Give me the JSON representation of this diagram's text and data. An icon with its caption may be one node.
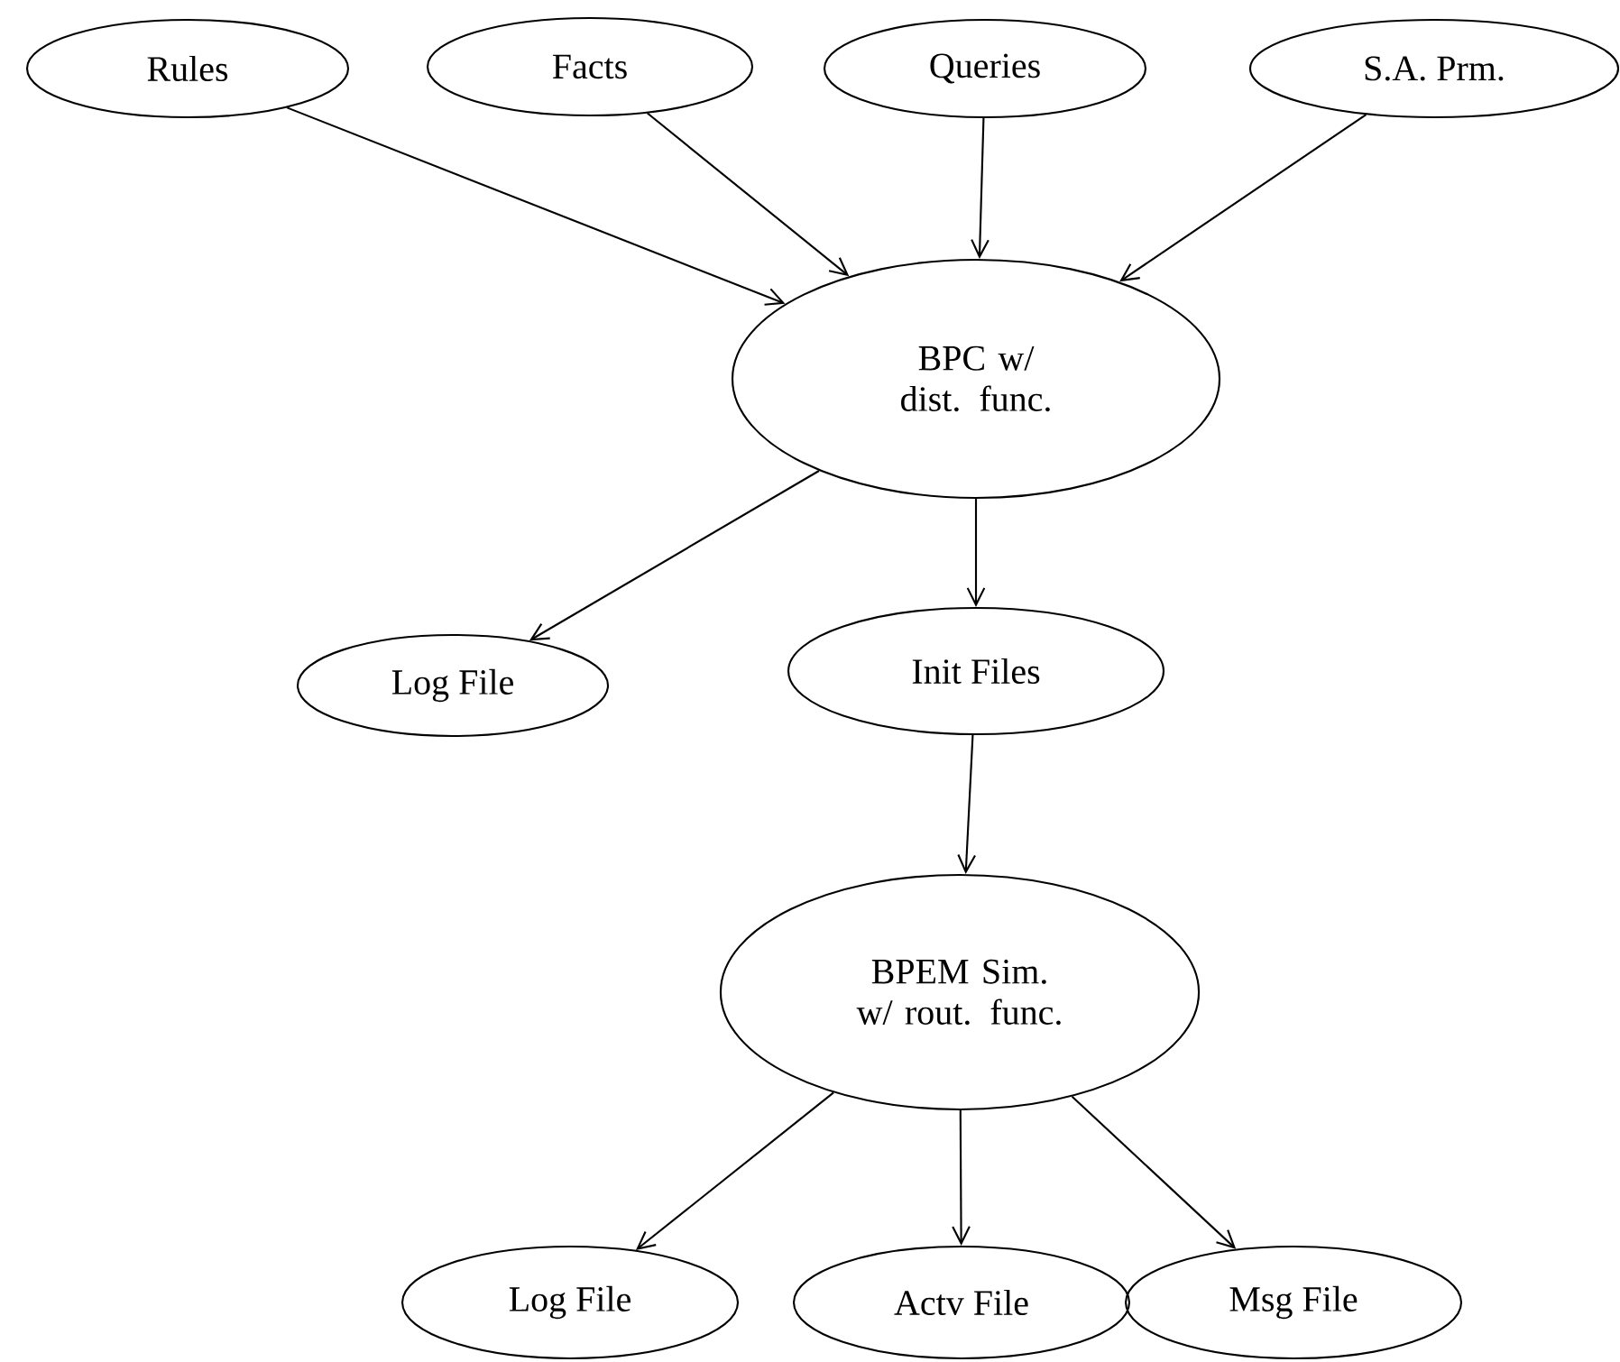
{
  "diagram": {
    "nodes": [
      {
        "text": [
          "Rules"
        ]
      },
      {
        "text": [
          "Facts"
        ]
      },
      {
        "text": [
          "Queries"
        ]
      },
      {
        "text": [
          "S.A. Prm."
        ]
      },
      {
        "text": [
          "BPC w/ dist. func."
        ]
      },
      {
        "text": [
          "Log File"
        ]
      },
      {
        "text": [
          "Init Files"
        ]
      },
      {
        "text": [
          "BPEM Sim. w/ rout. func."
        ]
      },
      {
        "text": [
          "Log File"
        ]
      },
      {
        "text": [
          "Actv File"
        ]
      },
      {
        "text": [
          "Msg File"
        ]
      }
    ],
    "edges": [
      {
        "from": 0,
        "to": 4,
        "arrow": "to"
      },
      {
        "from": 1,
        "to": 4,
        "arrow": "to"
      },
      {
        "from": 2,
        "to": 4,
        "arrow": "to"
      },
      {
        "from": 3,
        "to": 4,
        "arrow": "to"
      },
      {
        "from": 4,
        "to": 5,
        "arrow": "to"
      },
      {
        "from": 4,
        "to": 6,
        "arrow": "to"
      },
      {
        "from": 6,
        "to": 7,
        "arrow": "to"
      },
      {
        "from": 7,
        "to": 8,
        "arrow": "to"
      },
      {
        "from": 7,
        "to": 9,
        "arrow": "to"
      },
      {
        "from": 7,
        "to": 10,
        "arrow": "to"
      }
    ]
  }
}
